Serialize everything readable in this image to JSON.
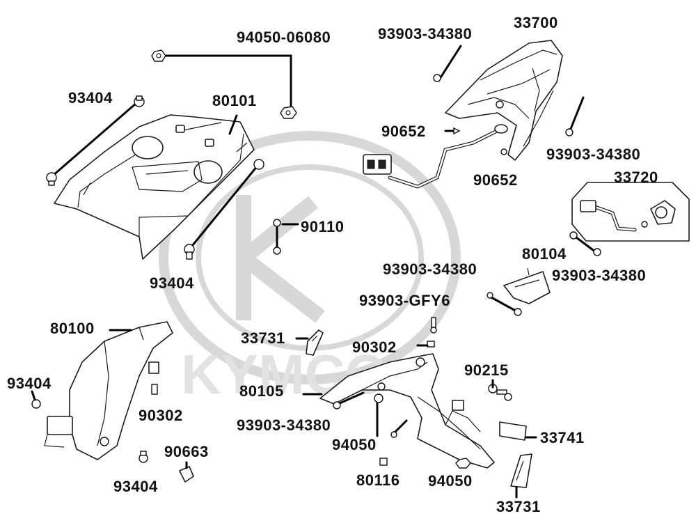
{
  "watermark": {
    "brand_text": "KYMCO"
  },
  "labels": {
    "l_94050_06080": "94050-06080",
    "l_93903_34380_top": "93903-34380",
    "l_33700": "33700",
    "l_93404_a": "93404",
    "l_80101": "80101",
    "l_90652_a": "90652",
    "l_90652_b": "90652",
    "l_93903_34380_r": "93903-34380",
    "l_33720": "33720",
    "l_90110": "90110",
    "l_93404_b": "93404",
    "l_80104": "80104",
    "l_93903_34380_m": "93903-34380",
    "l_93903_34380_r2": "93903-34380",
    "l_93903_GFY6": "93903-GFY6",
    "l_80100": "80100",
    "l_33731_a": "33731",
    "l_90302_a": "90302",
    "l_93404_c": "93404",
    "l_90215": "90215",
    "l_80105": "80105",
    "l_90302_b": "90302",
    "l_93903_34380_b": "93903-34380",
    "l_33741": "33741",
    "l_90663": "90663",
    "l_94050_a": "94050",
    "l_93404_d": "93404",
    "l_80116": "80116",
    "l_94050_b": "94050",
    "l_33731_b": "33731"
  }
}
